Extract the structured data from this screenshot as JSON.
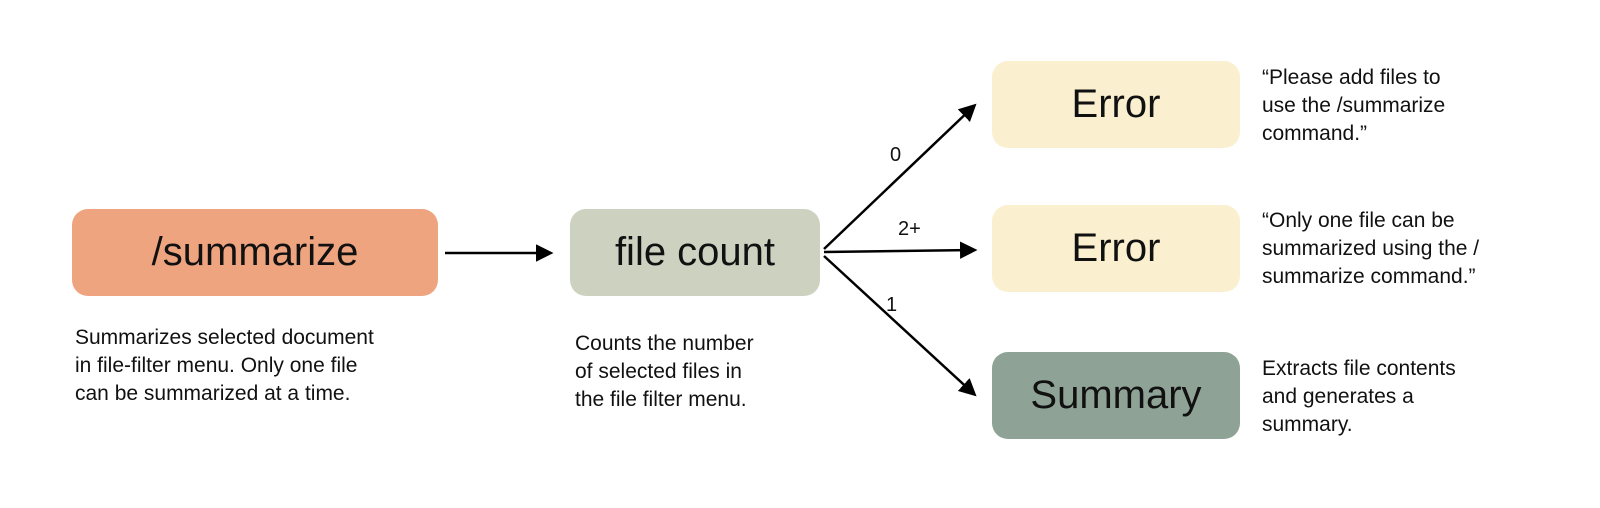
{
  "nodes": {
    "summarize": {
      "label": "/summarize",
      "description_lines": [
        "Summarizes selected document",
        "in file-filter menu. Only one file",
        "can be summarized at a time."
      ]
    },
    "file_count": {
      "label": "file count",
      "description_lines": [
        "Counts the number",
        "of selected files in",
        "the file filter menu."
      ]
    },
    "error_zero": {
      "label": "Error",
      "annotation_lines": [
        "“Please add files to",
        "use the /summarize",
        "command.”"
      ]
    },
    "error_two_plus": {
      "label": "Error",
      "annotation_lines": [
        "“Only one file can be",
        "summarized using the /",
        "summarize command.”"
      ]
    },
    "summary": {
      "label": "Summary",
      "annotation_lines": [
        "Extracts file contents",
        "and generates a",
        "summary."
      ]
    }
  },
  "edge_labels": {
    "zero": "0",
    "two_plus": "2+",
    "one": "1"
  },
  "colors": {
    "summarize_bg": "#efa480",
    "file_count_bg": "#cdd2c0",
    "error_bg": "#faf0d0",
    "summary_bg": "#8ea396",
    "text": "#111111",
    "arrow": "#000000",
    "background": "#ffffff"
  }
}
